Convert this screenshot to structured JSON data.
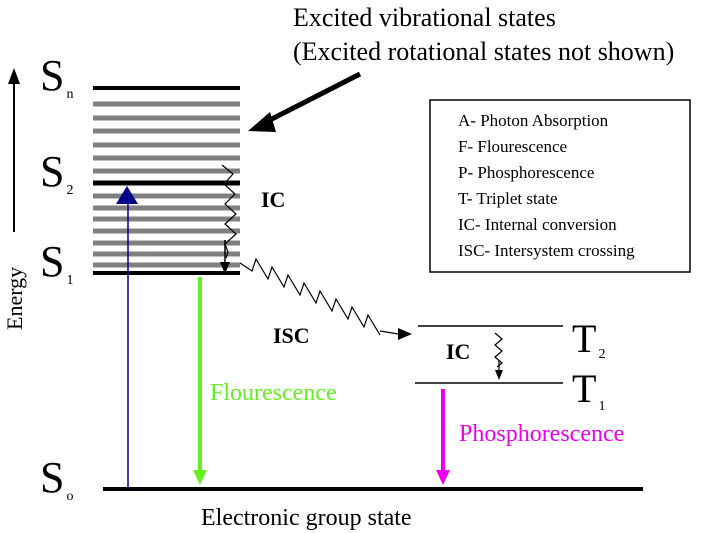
{
  "annotation": {
    "line1": "Excited vibrational states",
    "line2": "(Excited rotational states not shown)"
  },
  "axis": {
    "label": "Energy"
  },
  "levels": {
    "sn": {
      "main": "S",
      "sub": "n"
    },
    "s2": {
      "main": "S",
      "sub": "2"
    },
    "s1": {
      "main": "S",
      "sub": "1"
    },
    "s0": {
      "main": "S",
      "sub": "o"
    },
    "t2": {
      "main": "T",
      "sub": "2"
    },
    "t1": {
      "main": "T",
      "sub": "1"
    }
  },
  "process_labels": {
    "ic_singlet": "IC",
    "isc": "ISC",
    "ic_triplet": "IC",
    "fluorescence": "Flourescence",
    "phosphorescence": "Phosphorescence"
  },
  "ground_label": "Electronic group state",
  "legend": {
    "items": [
      "A- Photon Absorption",
      "F- Flourescence",
      "P- Phosphorescence",
      "T- Triplet state",
      "IC- Internal conversion",
      "ISC- Intersystem crossing"
    ]
  },
  "colors": {
    "absorption": "#00008b",
    "fluorescence": "#66ee22",
    "phosphorescence": "#ee00ee",
    "vibrational": "#808080",
    "line": "#000000"
  }
}
